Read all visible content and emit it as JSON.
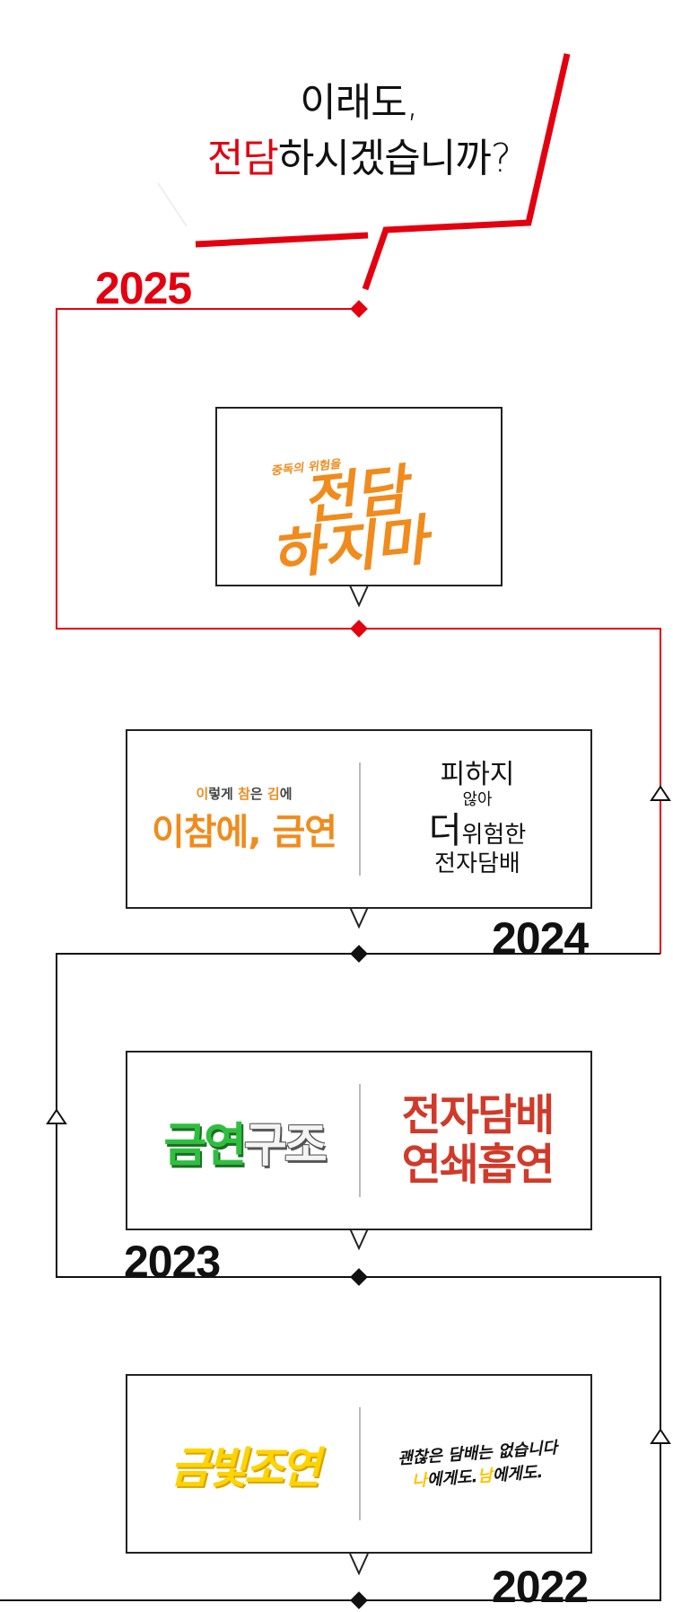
{
  "colors": {
    "accent_red": "#e3000f",
    "line_black": "#111111",
    "orange": "#f08b1c",
    "green": "#2fbf3f",
    "brick_red": "#d03a2a",
    "yellow": "#ffd400"
  },
  "headline": {
    "line1": "이래도,",
    "line2_accent": "전담",
    "line2_rest": "하시겠습니까?"
  },
  "timeline": [
    {
      "year": "2025",
      "logos": [
        {
          "small": "중독의 위험을",
          "big1": "전담",
          "big2": "하지마"
        }
      ]
    },
    {
      "year": "2024",
      "left": {
        "small_a": "이",
        "small_b": "렇게 ",
        "small_c": "참",
        "small_d": "은 ",
        "small_e": "김",
        "small_f": "에",
        "big": "이참에, 금연"
      },
      "right": {
        "l1": "피하지",
        "l2": "않아",
        "l3a": "더",
        "l3b": "위험한",
        "l4": "전자담배"
      }
    },
    {
      "year": "2023",
      "left": {
        "a": "금연",
        "b": "구조"
      },
      "right": {
        "l1": "전자담배",
        "l2": "연쇄흡연"
      }
    },
    {
      "year": "2022",
      "left": {
        "a": "금빛조연"
      },
      "right": {
        "l1": "괜찮은 담배는 없습니다",
        "l2a": "나",
        "l2b": "에게도.",
        "l2c": "남",
        "l2d": "에게도."
      }
    }
  ]
}
